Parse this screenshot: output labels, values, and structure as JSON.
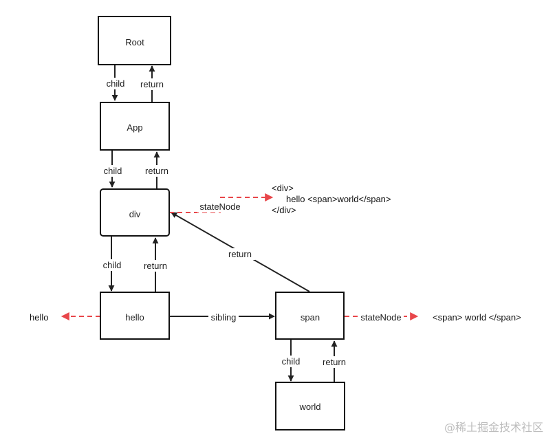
{
  "colors": {
    "stroke": "#222222",
    "box_border": "#111111",
    "dashed_red": "#e8464a",
    "watermark": "#bdbdbd"
  },
  "nodes": {
    "root": "Root",
    "app": "App",
    "div": "div",
    "hello": "hello",
    "span": "span",
    "world": "world"
  },
  "edges": {
    "root_app_child": "child",
    "app_root_return": "return",
    "app_div_child": "child",
    "div_app_return": "return",
    "div_hello_child": "child",
    "hello_div_return": "return",
    "hello_span_sibling": "sibling",
    "span_div_return": "return",
    "span_world_child": "child",
    "world_span_return": "return",
    "div_state_node": "stateNode",
    "span_state_node": "stateNode"
  },
  "annotations": {
    "hello_text": "hello",
    "div_html": [
      "<div>",
      "hello <span>world</span>",
      "</div>"
    ],
    "span_html": "<span> world </span>"
  },
  "watermark": "@稀土掘金技术社区"
}
